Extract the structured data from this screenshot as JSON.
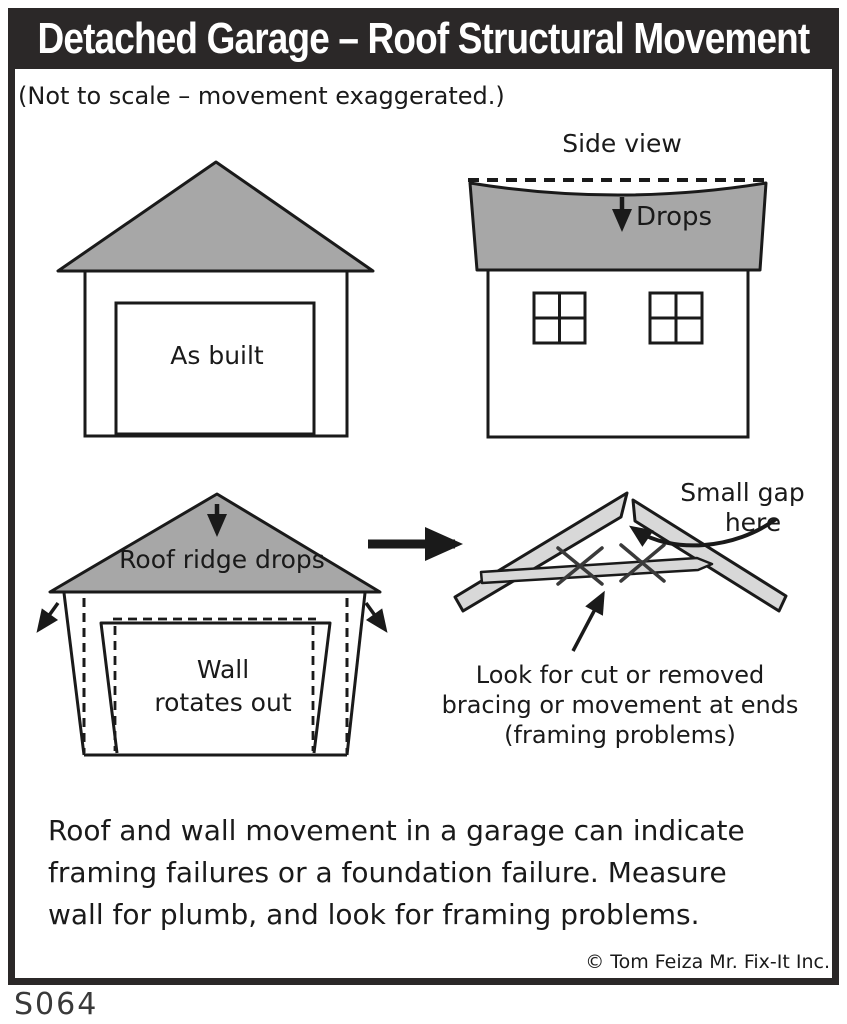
{
  "title": "Detached Garage – Roof Structural Movement",
  "note": "(Not to scale – movement exaggerated.)",
  "as_built": {
    "label": "As built"
  },
  "side_view": {
    "heading": "Side view",
    "drops_label": "Drops"
  },
  "deformed": {
    "ridge_label": "Roof ridge drops",
    "wall_lines": [
      "Wall",
      "rotates out"
    ]
  },
  "detail": {
    "gap_lines": [
      "Small gap",
      "here"
    ],
    "caption_lines": [
      "Look for cut or removed",
      "bracing or movement at ends",
      "(framing problems)"
    ]
  },
  "paragraph_lines": [
    "Roof and wall movement in a garage can indicate",
    "framing failures or a foundation failure. Measure",
    "wall for plumb, and look for framing problems."
  ],
  "copyright": "© Tom Feiza Mr. Fix-It Inc.",
  "figure_id": "S064",
  "colors": {
    "title_bar": "#2b2828",
    "title_text": "#ffffff",
    "roof_gray": "#a7a7a7",
    "member_gray": "#d8d8d8",
    "line": "#1a1a1a"
  }
}
